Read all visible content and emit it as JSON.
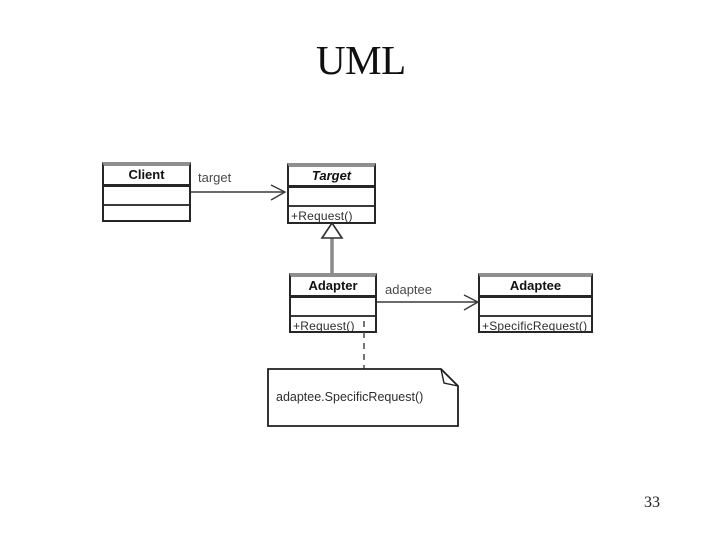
{
  "slide": {
    "title": "UML",
    "page_number": "33"
  },
  "diagram": {
    "classes": {
      "client": {
        "name": "Client",
        "attributes": "",
        "operations": ""
      },
      "target": {
        "name": "Target",
        "attributes": "",
        "operations": "+Request()"
      },
      "adapter": {
        "name": "Adapter",
        "attributes": "",
        "operations": "+Request()"
      },
      "adaptee": {
        "name": "Adaptee",
        "attributes": "",
        "operations": "+SpecificRequest()"
      }
    },
    "relationships": {
      "client_target_label": "target",
      "adapter_adaptee_label": "adaptee"
    },
    "note": {
      "text": "adaptee.SpecificRequest()"
    },
    "colors": {
      "box_border": "#262626",
      "box_top_bar": "#8f8f8f",
      "line": "#3a3a3a",
      "inheritance_line": "#8a8a8a"
    }
  }
}
